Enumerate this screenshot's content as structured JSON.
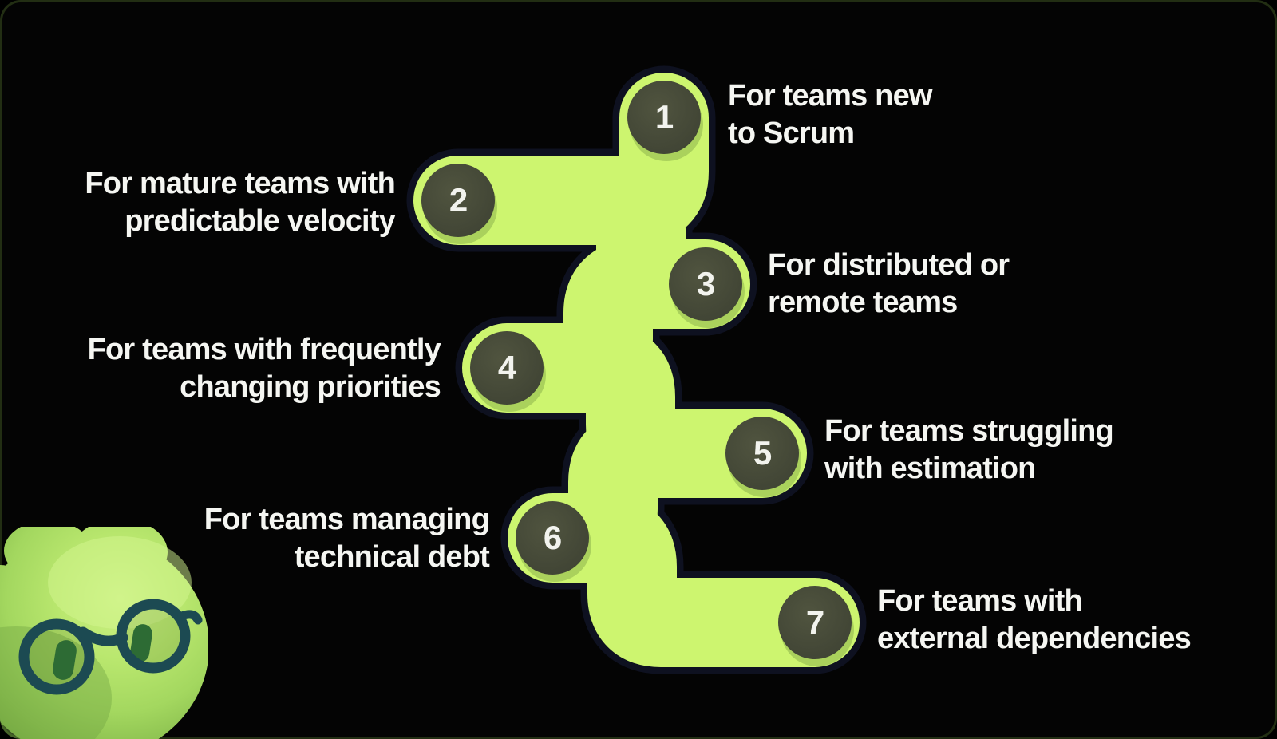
{
  "colors": {
    "background": "#040404",
    "path_fill": "#cdf56f",
    "path_outline": "#0e1120",
    "node_fill": "#454938",
    "node_shadow": "#a6cd5a",
    "text": "#f5f6f2",
    "mascot_body": "#b9e76e",
    "mascot_glasses": "#1c4a52",
    "mascot_eyes": "#2d6b34"
  },
  "steps": [
    {
      "number": "1",
      "line1": "For teams new",
      "line2": "to Scrum"
    },
    {
      "number": "2",
      "line1": "For mature teams with",
      "line2": "predictable velocity"
    },
    {
      "number": "3",
      "line1": "For distributed or",
      "line2": "remote teams"
    },
    {
      "number": "4",
      "line1": "For teams with frequently",
      "line2": "changing priorities"
    },
    {
      "number": "5",
      "line1": "For teams struggling",
      "line2": "with estimation"
    },
    {
      "number": "6",
      "line1": "For teams managing",
      "line2": "technical debt"
    },
    {
      "number": "7",
      "line1": "For teams with",
      "line2": "external dependencies"
    }
  ],
  "icons": {
    "mascot": "lime-blob-character-with-round-glasses"
  }
}
